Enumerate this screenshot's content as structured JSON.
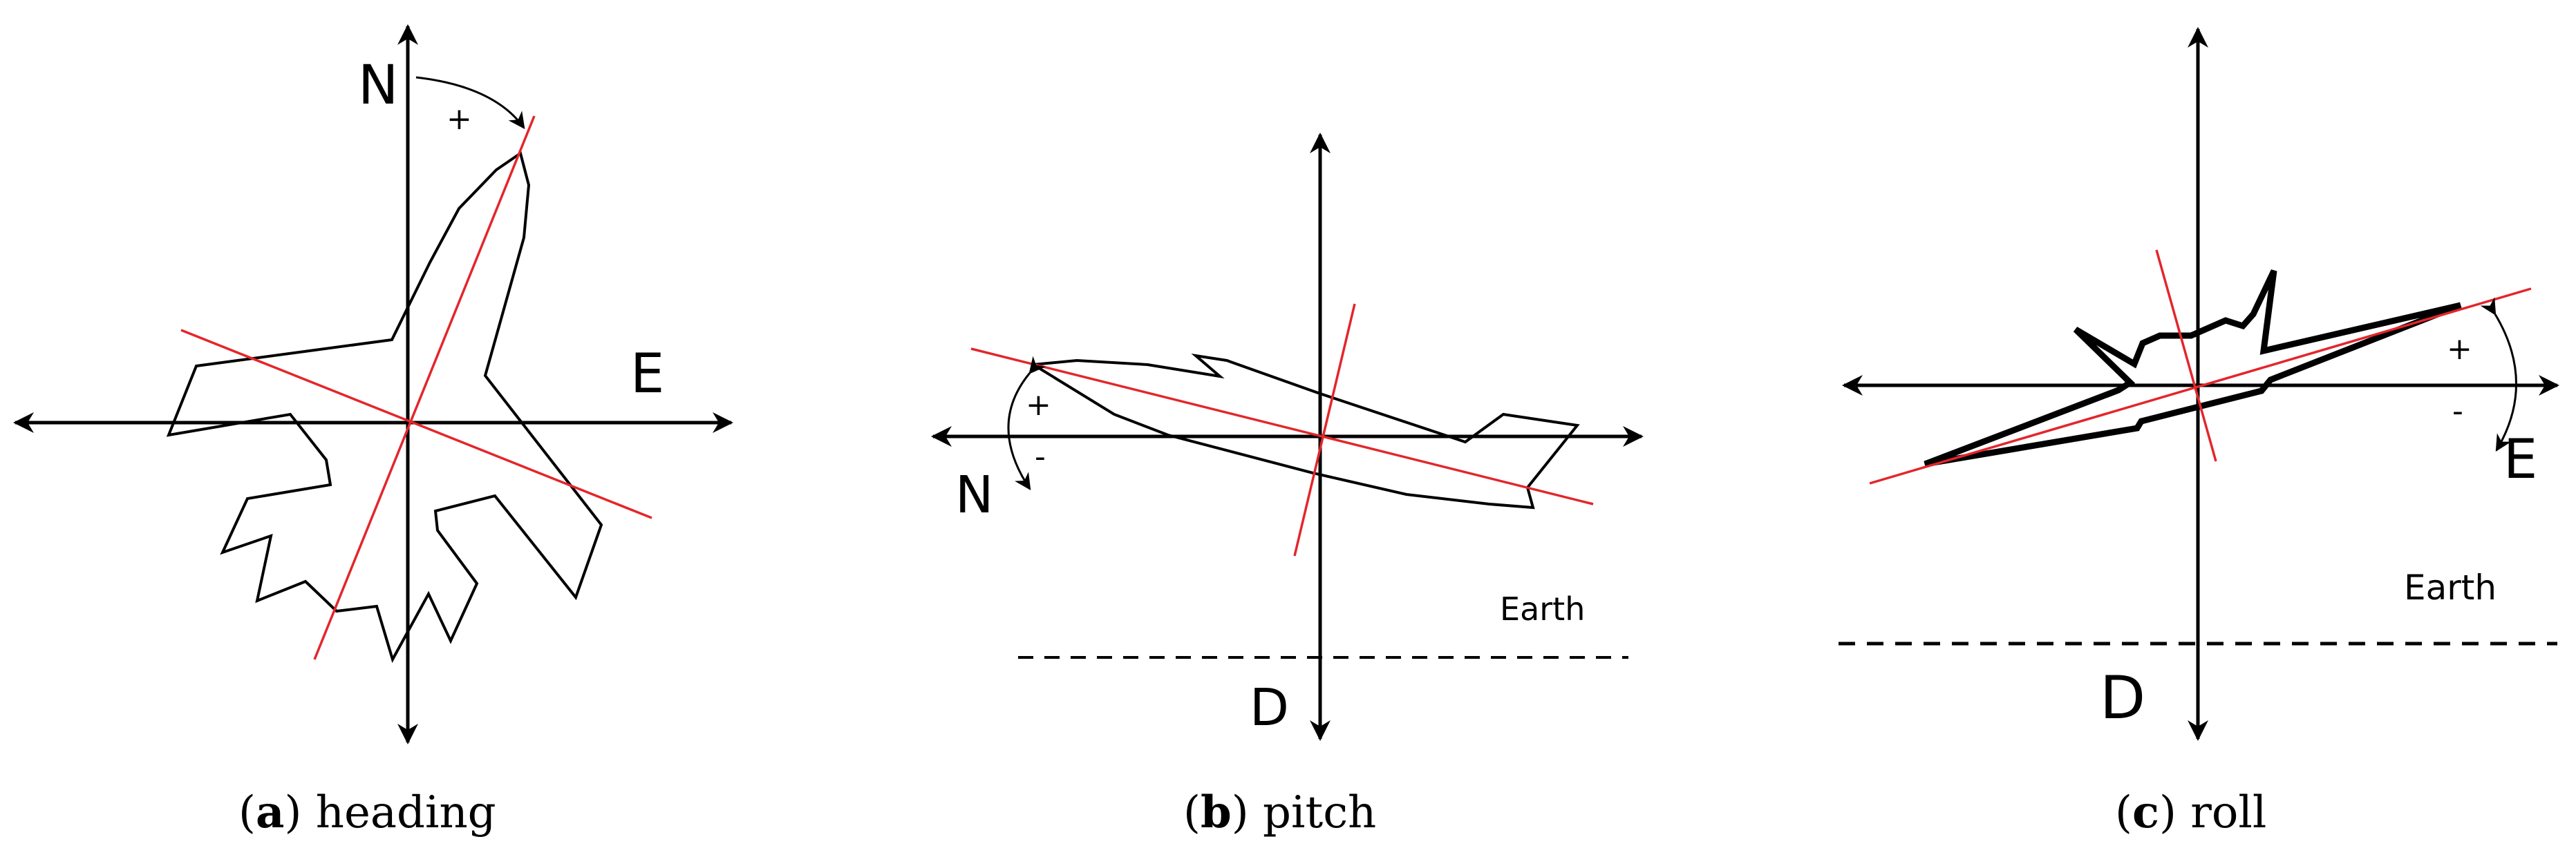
{
  "colors": {
    "axis": "#000000",
    "body_axis": "#e3262b",
    "outline": "#000000"
  },
  "panel_a": {
    "axis_north": "N",
    "axis_east": "E",
    "sign_plus": "+",
    "caption_letter": "a",
    "caption_text": "heading"
  },
  "panel_b": {
    "axis_north": "N",
    "axis_down": "D",
    "sign_plus": "+",
    "sign_minus": "-",
    "earth_label": "Earth",
    "caption_letter": "b",
    "caption_text": "pitch"
  },
  "panel_c": {
    "axis_east": "E",
    "axis_down": "D",
    "sign_plus": "+",
    "sign_minus": "-",
    "earth_label": "Earth",
    "caption_letter": "c",
    "caption_text": "roll"
  }
}
